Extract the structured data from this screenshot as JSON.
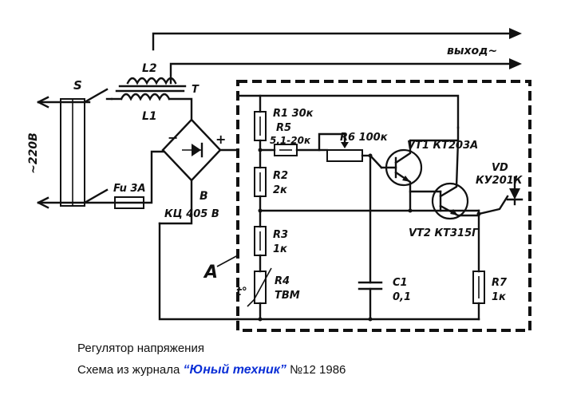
{
  "caption": {
    "line1": "Регулятор напряжения",
    "line2_prefix": "Схема из журнала ",
    "magazine": "“Юный техник”",
    "issue": " №12 1986"
  },
  "colors": {
    "magazine": "#0b2fd6",
    "ink": "#111111"
  },
  "labels": {
    "output": "выход~",
    "mains": "~220В",
    "switch": "S",
    "inductor2": "L2",
    "inductor1": "L1",
    "T": "T",
    "fuse": "Fu 3A",
    "bridge": "В",
    "bridge_type": "КЦ 405 В",
    "minus": "−",
    "plus": "+",
    "point_a": "A",
    "r1": "R1 30к",
    "r5_name": "R5",
    "r5_val": "5,1-20к",
    "r6": "R6 100к",
    "r2_name": "R2",
    "r2_val": "2к",
    "r3_name": "R3",
    "r3_val": "1к",
    "r4_name": "R4",
    "r4_val": "ТВМ",
    "temp": "t°",
    "c1_name": "C1",
    "c1_val": "0,1",
    "vt1": "VT1 КТ203А",
    "vt2": "VT2 КТ315Г",
    "vd_name": "VD",
    "vd_type": "КУ201К",
    "r7_name": "R7",
    "r7_val": "1к"
  }
}
